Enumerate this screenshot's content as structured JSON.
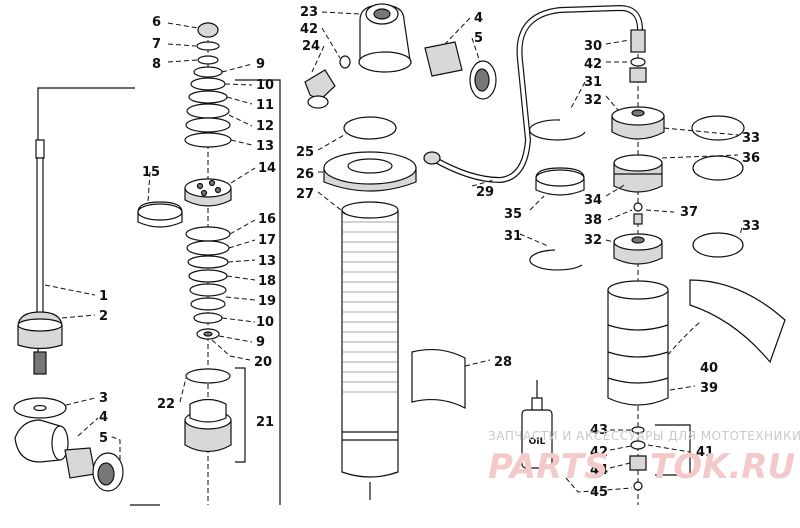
{
  "callouts": [
    {
      "id": "c6",
      "text": "6"
    },
    {
      "id": "c7",
      "text": "7"
    },
    {
      "id": "c8",
      "text": "8"
    },
    {
      "id": "c9a",
      "text": "9"
    },
    {
      "id": "c10a",
      "text": "10"
    },
    {
      "id": "c11",
      "text": "11"
    },
    {
      "id": "c12",
      "text": "12"
    },
    {
      "id": "c13a",
      "text": "13"
    },
    {
      "id": "c14",
      "text": "14"
    },
    {
      "id": "c15",
      "text": "15"
    },
    {
      "id": "c16",
      "text": "16"
    },
    {
      "id": "c17",
      "text": "17"
    },
    {
      "id": "c13b",
      "text": "13"
    },
    {
      "id": "c18",
      "text": "18"
    },
    {
      "id": "c19",
      "text": "19"
    },
    {
      "id": "c10b",
      "text": "10"
    },
    {
      "id": "c9b",
      "text": "9"
    },
    {
      "id": "c20",
      "text": "20"
    },
    {
      "id": "c22",
      "text": "22"
    },
    {
      "id": "c21",
      "text": "21"
    },
    {
      "id": "c1",
      "text": "1"
    },
    {
      "id": "c2",
      "text": "2"
    },
    {
      "id": "c3",
      "text": "3"
    },
    {
      "id": "c4a",
      "text": "4"
    },
    {
      "id": "c5a",
      "text": "5"
    },
    {
      "id": "c23",
      "text": "23"
    },
    {
      "id": "c42a",
      "text": "42"
    },
    {
      "id": "c24",
      "text": "24"
    },
    {
      "id": "c4b",
      "text": "4"
    },
    {
      "id": "c5b",
      "text": "5"
    },
    {
      "id": "c25",
      "text": "25"
    },
    {
      "id": "c26",
      "text": "26"
    },
    {
      "id": "c27",
      "text": "27"
    },
    {
      "id": "c29",
      "text": "29"
    },
    {
      "id": "c28",
      "text": "28"
    },
    {
      "id": "c30",
      "text": "30"
    },
    {
      "id": "c42b",
      "text": "42"
    },
    {
      "id": "c31a",
      "text": "31"
    },
    {
      "id": "c32a",
      "text": "32"
    },
    {
      "id": "c33a",
      "text": "33"
    },
    {
      "id": "c36",
      "text": "36"
    },
    {
      "id": "c34",
      "text": "34"
    },
    {
      "id": "c35",
      "text": "35"
    },
    {
      "id": "c38",
      "text": "38"
    },
    {
      "id": "c37",
      "text": "37"
    },
    {
      "id": "c31b",
      "text": "31"
    },
    {
      "id": "c32b",
      "text": "32"
    },
    {
      "id": "c33b",
      "text": "33"
    },
    {
      "id": "c40",
      "text": "40"
    },
    {
      "id": "c39",
      "text": "39"
    },
    {
      "id": "c43",
      "text": "43"
    },
    {
      "id": "c42c",
      "text": "42"
    },
    {
      "id": "c41",
      "text": "41"
    },
    {
      "id": "c44",
      "text": "44"
    },
    {
      "id": "c45",
      "text": "45"
    }
  ],
  "oil_label": "OIL",
  "watermark": {
    "tagline": "ЗАПЧАСТИ И АКСЕССУАРЫ ДЛЯ МОТОТЕХНИКИ",
    "logo_left": "PARTS",
    "logo_right": "TOK.RU"
  }
}
